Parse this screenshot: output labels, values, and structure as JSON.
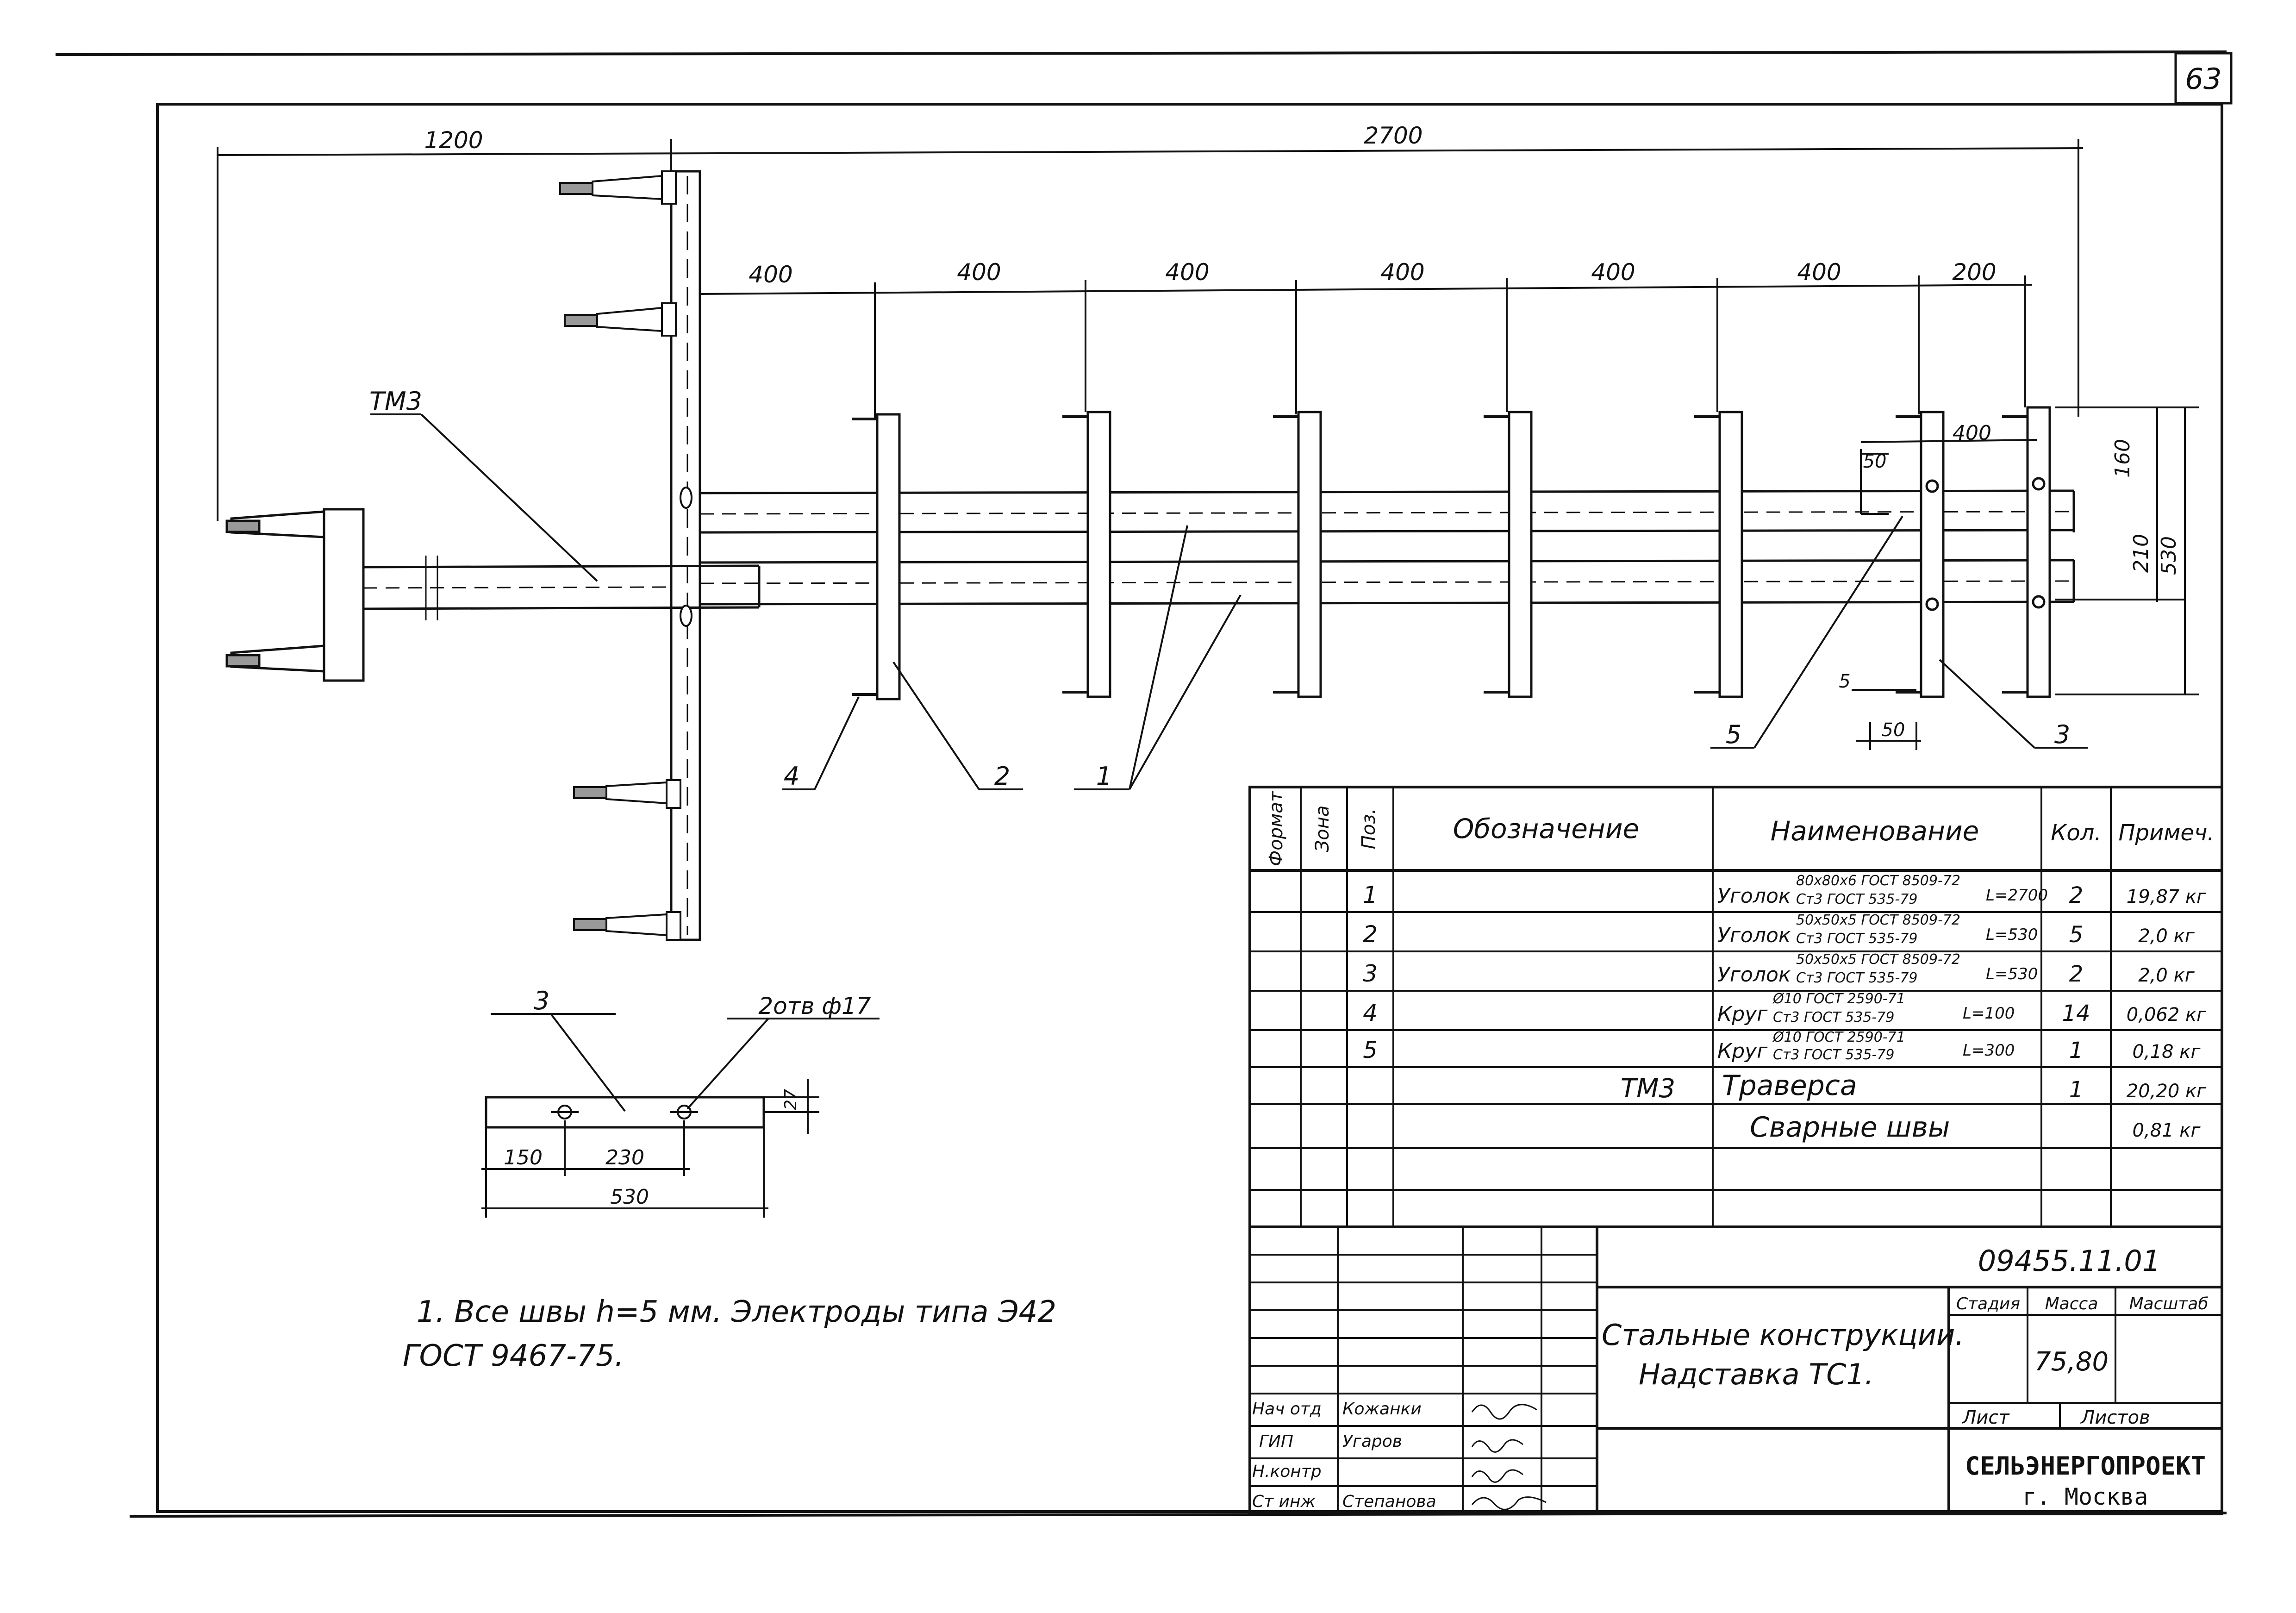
{
  "sheet": {
    "number": "63"
  },
  "drawing": {
    "dims": {
      "overall_left": "1200",
      "overall_right": "2700",
      "spacings": [
        "400",
        "400",
        "400",
        "400",
        "400",
        "400",
        "200"
      ],
      "bracket_offset": "400",
      "bracket_small": "50",
      "bracket_small_bottom": "50",
      "bracket_tiny": "5",
      "right_upper": "160",
      "right_middle": "210",
      "right_total": "530"
    },
    "leaders": {
      "assembly": "ТМ3",
      "pos1": "1",
      "pos2": "2",
      "pos3": "3",
      "pos4": "4",
      "pos5": "5"
    }
  },
  "detail": {
    "label": "3",
    "holes": "2отв ф17",
    "dim_left": "150",
    "dim_mid": "230",
    "dim_total": "530",
    "dim_edge": "27"
  },
  "note": {
    "line1": "1. Все швы h=5 мм.  Электроды типа Э42",
    "line2": "ГОСТ  9467-75."
  },
  "spec": {
    "headers": [
      "Формат",
      "Зона",
      "Поз.",
      "Обозначение",
      "Наименование",
      "Кол.",
      "Примеч."
    ],
    "rows": [
      {
        "pos": "1",
        "designation": "",
        "name": "Уголок",
        "std_top": "80x80x6 ГОСТ 8509-72",
        "std_bottom": "Ст3 ГОСТ 535-79",
        "length": "L=2700",
        "qty": "2",
        "note": "19,87 кг"
      },
      {
        "pos": "2",
        "designation": "",
        "name": "Уголок",
        "std_top": "50x50x5 ГОСТ 8509-72",
        "std_bottom": "Ст3 ГОСТ 535-79",
        "length": "L=530",
        "qty": "5",
        "note": "2,0 кг"
      },
      {
        "pos": "3",
        "designation": "",
        "name": "Уголок",
        "std_top": "50x50x5 ГОСТ 8509-72",
        "std_bottom": "Ст3 ГОСТ 535-79",
        "length": "L=530",
        "qty": "2",
        "note": "2,0 кг"
      },
      {
        "pos": "4",
        "designation": "",
        "name": "Круг",
        "std_top": "Ø10 ГОСТ 2590-71",
        "std_bottom": "Ст3 ГОСТ 535-79",
        "length": "L=100",
        "qty": "14",
        "note": "0,062 кг"
      },
      {
        "pos": "5",
        "designation": "",
        "name": "Круг",
        "std_top": "Ø10 ГОСТ 2590-71",
        "std_bottom": "Ст3 ГОСТ 535-79",
        "length": "L=300",
        "qty": "1",
        "note": "0,18 кг"
      },
      {
        "pos": "",
        "designation": "ТМ3",
        "name": "Траверса",
        "std_top": "",
        "std_bottom": "",
        "length": "",
        "qty": "1",
        "note": "20,20 кг"
      },
      {
        "pos": "",
        "designation": "",
        "name": "Сварные швы",
        "std_top": "",
        "std_bottom": "",
        "length": "",
        "qty": "",
        "note": "0,81 кг"
      }
    ]
  },
  "title_block": {
    "code": "09455.11.01",
    "title_line1": "Стальные конструкции.",
    "title_line2": "Надставка ТС1.",
    "stage_label": "Стадия",
    "mass_label": "Масса",
    "scale_label": "Масштаб",
    "mass_value": "75,80",
    "sheet_label": "Лист",
    "sheets_label": "Листов",
    "org_line1": "СЕЛЬЭНЕРГОПРОЕКТ",
    "org_line2": "г. Москва",
    "people": [
      {
        "role": "Нач отд",
        "name": "Кожанки"
      },
      {
        "role": "ГИП",
        "name": "Угаров"
      },
      {
        "role": "Н.контр",
        "name": ""
      },
      {
        "role": "Ст инж",
        "name": "Степанова"
      }
    ]
  }
}
